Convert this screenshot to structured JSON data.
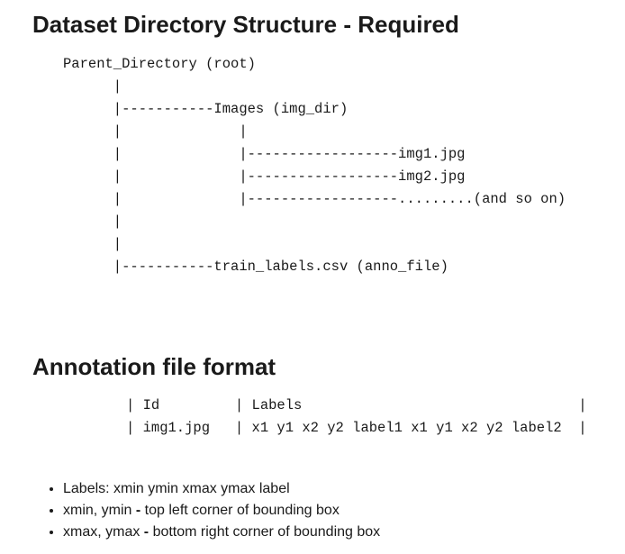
{
  "section_structure": {
    "title": "Dataset Directory Structure - Required",
    "tree_lines": [
      "Parent_Directory (root)",
      "      |",
      "      |-----------Images (img_dir)",
      "      |              |",
      "      |              |------------------img1.jpg",
      "      |              |------------------img2.jpg",
      "      |              |------------------.........(and so on)",
      "      |",
      "      |",
      "      |-----------train_labels.csv (anno_file)"
    ]
  },
  "section_format": {
    "title": "Annotation file format",
    "table_lines": [
      "| Id         | Labels                                 |",
      "| img1.jpg   | x1 y1 x2 y2 label1 x1 y1 x2 y2 label2  |"
    ]
  },
  "notes": [
    {
      "label": "Labels: xmin ymin xmax ymax label",
      "sep": "",
      "desc": ""
    },
    {
      "label": "xmin, ymin",
      "sep": " - ",
      "desc": "top left corner of bounding box"
    },
    {
      "label": "xmax, ymax",
      "sep": " - ",
      "desc": "bottom right corner of bounding box"
    }
  ]
}
